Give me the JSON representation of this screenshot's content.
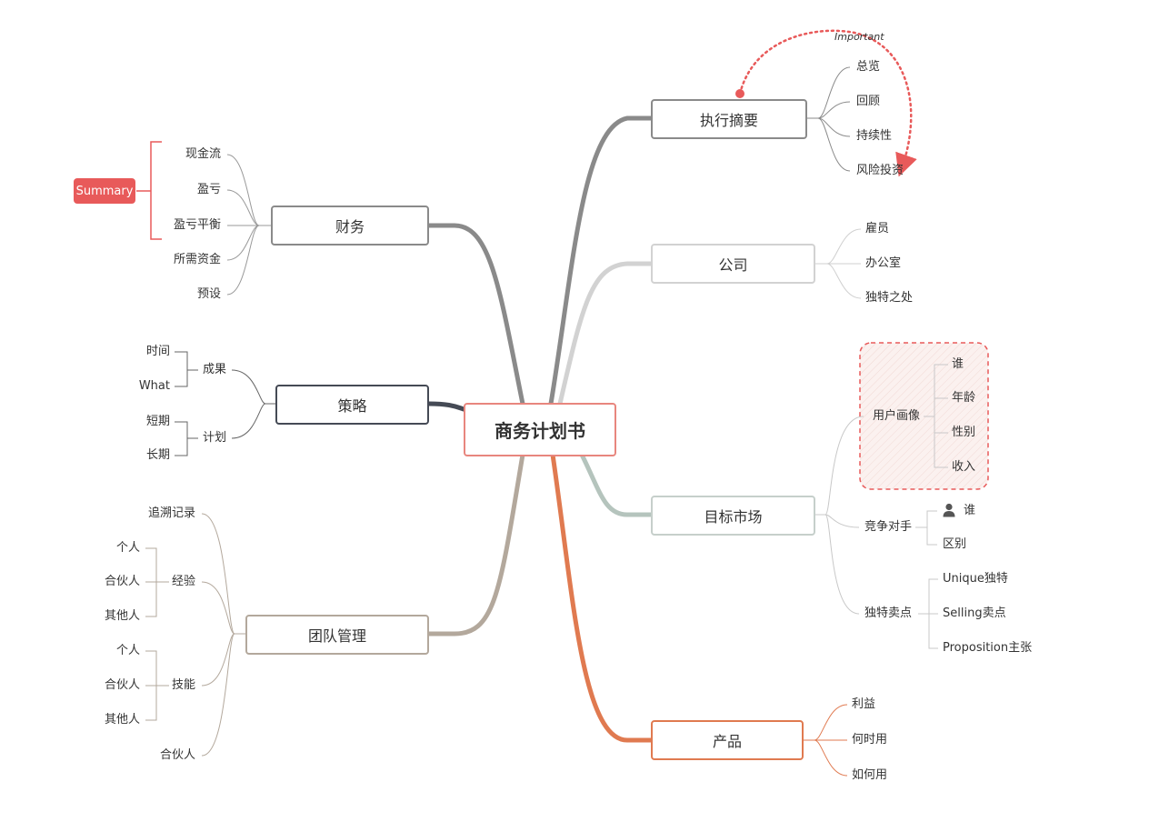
{
  "center": "商务计划书",
  "summary_label": "Summary",
  "important_label": "Important",
  "branches": {
    "exec": {
      "title": "执行摘要",
      "items": [
        "总览",
        "回顾",
        "持续性",
        "风险投资"
      ]
    },
    "company": {
      "title": "公司",
      "items": [
        "雇员",
        "办公室",
        "独特之处"
      ]
    },
    "market": {
      "title": "目标市场",
      "persona": {
        "label": "用户画像",
        "items": [
          "谁",
          "年龄",
          "性别",
          "收入"
        ]
      },
      "competitor": {
        "label": "竞争对手",
        "items": [
          "谁",
          "区别"
        ]
      },
      "usp": {
        "label": "独特卖点",
        "items": [
          "Unique独特",
          "Selling卖点",
          "Proposition主张"
        ]
      }
    },
    "product": {
      "title": "产品",
      "items": [
        "利益",
        "何时用",
        "如何用"
      ]
    },
    "finance": {
      "title": "财务",
      "items": [
        "现金流",
        "盈亏",
        "盈亏平衡",
        "所需资金",
        "预设"
      ]
    },
    "strategy": {
      "title": "策略",
      "result": {
        "label": "成果",
        "items": [
          "时间",
          "What"
        ]
      },
      "plan": {
        "label": "计划",
        "items": [
          "短期",
          "长期"
        ]
      }
    },
    "team": {
      "title": "团队管理",
      "track": "追溯记录",
      "experience": {
        "label": "经验",
        "items": [
          "个人",
          "合伙人",
          "其他人"
        ]
      },
      "skill": {
        "label": "技能",
        "items": [
          "个人",
          "合伙人",
          "其他人"
        ]
      },
      "partner": "合伙人"
    }
  },
  "colors": {
    "exec": "#8a8a8a",
    "company": "#cfcfcf",
    "market": "#b5c4bd",
    "product": "#e07a50",
    "finance": "#8a8a8a",
    "strategy": "#454a55",
    "team": "#b3a89c",
    "center_border": "#e8867e",
    "summary": "#e85a5a",
    "highlight": "#e85a5a"
  }
}
